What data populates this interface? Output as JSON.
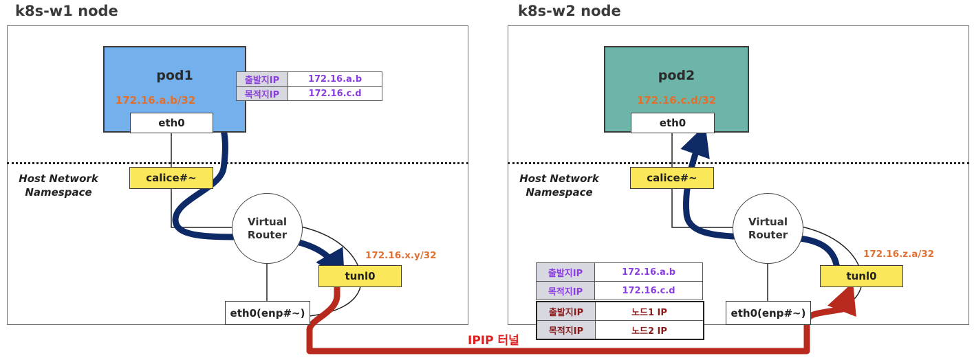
{
  "node1": {
    "title": "k8s-w1 node",
    "pod": {
      "name": "pod1",
      "ip": "172.16.a.b/32",
      "eth": "eth0",
      "color": "#74b0ec"
    },
    "calice": "calice#~",
    "namespace_line1": "Host Network",
    "namespace_line2": "Namespace",
    "router_line1": "Virtual",
    "router_line2": "Router",
    "tunl_ip": "172.16.x.y/32",
    "tunl": "tunl0",
    "host_eth": "eth0(enp#~)",
    "inner_header": [
      {
        "key": "출발지IP",
        "value": "172.16.a.b"
      },
      {
        "key": "목적지IP",
        "value": "172.16.c.d"
      }
    ]
  },
  "node2": {
    "title": "k8s-w2 node",
    "pod": {
      "name": "pod2",
      "ip": "172.16.c.d/32",
      "eth": "eth0",
      "color": "#6db5a8"
    },
    "calice": "calice#~",
    "namespace_line1": "Host Network",
    "namespace_line2": "Namespace",
    "router_line1": "Virtual",
    "router_line2": "Router",
    "tunl_ip": "172.16.z.a/32",
    "tunl": "tunl0",
    "host_eth": "eth0(enp#~)",
    "inner_header": [
      {
        "key": "출발지IP",
        "value": "172.16.a.b"
      },
      {
        "key": "목적지IP",
        "value": "172.16.c.d"
      }
    ],
    "outer_header": [
      {
        "key": "출발지IP",
        "value": "노드1 IP"
      },
      {
        "key": "목적지IP",
        "value": "노드2 IP"
      }
    ]
  },
  "tunnel_label": "IPIP 터널",
  "colors": {
    "flow_arrow": "#0e2a66",
    "tunnel_arrow": "#b82a1e",
    "label_orange": "#e07030",
    "table_purple": "#8a3ee0",
    "table_darkred": "#8a1a1a"
  }
}
